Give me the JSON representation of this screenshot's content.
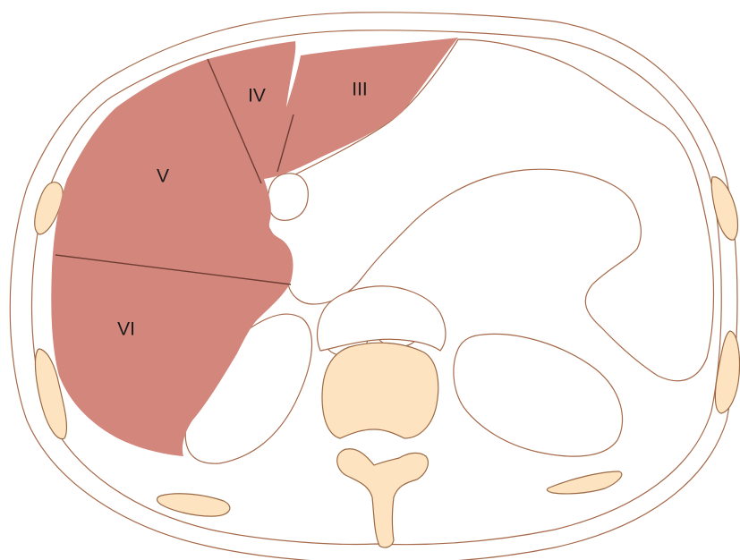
{
  "diagram": {
    "segments": {
      "iii": "III",
      "iv": "IV",
      "v": "V",
      "vi": "VI"
    }
  },
  "colors": {
    "liver": "#d3877c",
    "bone": "#fde3c0",
    "outline": "#a6694a",
    "background": "#ffffff"
  }
}
